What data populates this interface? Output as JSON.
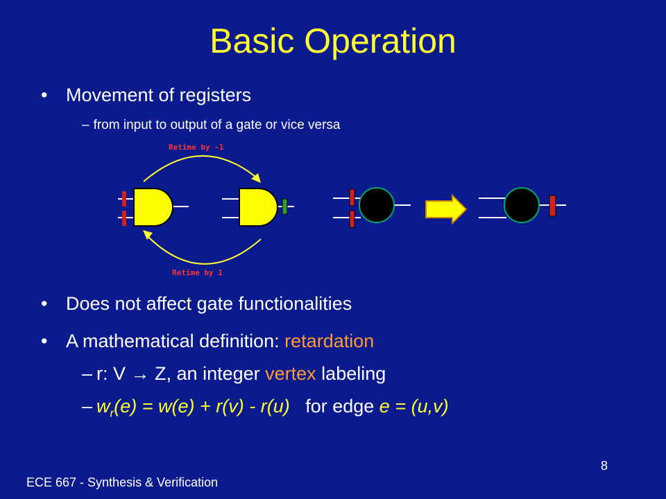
{
  "slide": {
    "title": "Basic Operation",
    "bullets": {
      "b1": "Movement of registers",
      "b1_sub": "from input to output of a gate or vice versa",
      "b2": "Does not affect gate functionalities",
      "b3_prefix": "A mathematical definition: ",
      "b3_highlight": "retardation",
      "b3_sub1_a": "r: V ",
      "b3_sub1_arrow": "→",
      "b3_sub1_b": " Z, an integer ",
      "b3_sub1_highlight": "vertex",
      "b3_sub1_c": " labeling",
      "b3_sub2_w": "w",
      "b3_sub2_r": "r",
      "b3_sub2_formula": "(e) = w(e) + r(v) - r(u)",
      "b3_sub2_for": "   for edge ",
      "b3_sub2_edge": "e = (u,v)"
    },
    "diagram": {
      "retime_top": "Retime by -1",
      "retime_bottom": "Retime by 1"
    },
    "footer": "ECE 667 - Synthesis & Verification",
    "page_number": "8"
  },
  "colors": {
    "background": "#0b1a8c",
    "title": "#ffff33",
    "highlight": "#ff9933",
    "register": "#cc2222",
    "register_green": "#339933",
    "gate_fill": "#ffff00",
    "node_fill": "#000000",
    "node_border": "#00aa66"
  }
}
